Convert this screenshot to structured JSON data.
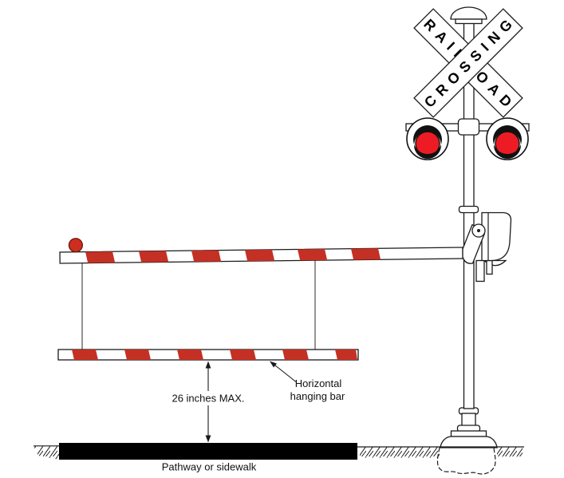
{
  "figure": {
    "description": "Railroad crossing pedestrian gate diagram with horizontal hanging bar"
  },
  "crossbuck": {
    "word_railroad": "RAILROAD",
    "word_crossing": "CROSSING"
  },
  "annotations": {
    "clearance": "26 inches MAX.",
    "hanging_bar_line1": "Horizontal",
    "hanging_bar_line2": "hanging bar",
    "pathway": "Pathway or sidewalk"
  },
  "colors": {
    "stripe_red": "#c53024",
    "signal_red": "#ed1c24",
    "ball_red": "#cc2e20",
    "line_black": "#1a1a1a",
    "pathway_black": "#000000",
    "background": "#ffffff"
  }
}
